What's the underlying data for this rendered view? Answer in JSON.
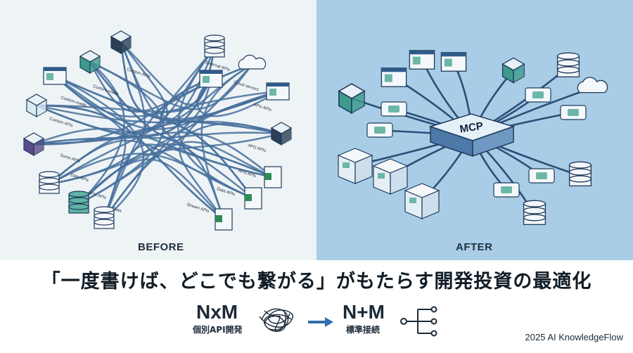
{
  "panels": {
    "before_label": "BEFORE",
    "after_label": "AFTER"
  },
  "before_cable_labels": [
    "Custom APIs",
    "Custom-made",
    "Custom-made",
    "Custom APIs",
    "Some APIs",
    "Data APIs",
    "APIs APIs",
    "Data",
    "External APIs",
    "Cloud servers",
    "APIs APIs",
    "APG APIs",
    "APIs APIs",
    "Data APIs",
    "Stream APIs"
  ],
  "hub_label": "MCP",
  "headline": "「一度書けば、どこでも繋がる」がもたらす開発投資の最適化",
  "formula": {
    "left_big": "NxM",
    "left_small": "個別API開発",
    "right_big": "N+M",
    "right_small": "標準接続"
  },
  "icons": {
    "tangle": "tangled-wires-icon",
    "arrow": "right-arrow-icon",
    "tree": "branching-connector-icon"
  },
  "copyright": "2025 AI KnowledgeFlow",
  "colors": {
    "before_bg": "#eef3f6",
    "after_bg": "#a9cde6",
    "cable": "#2f5b8a",
    "accent_arrow": "#2f6fae",
    "teal": "#3d9a8c"
  }
}
